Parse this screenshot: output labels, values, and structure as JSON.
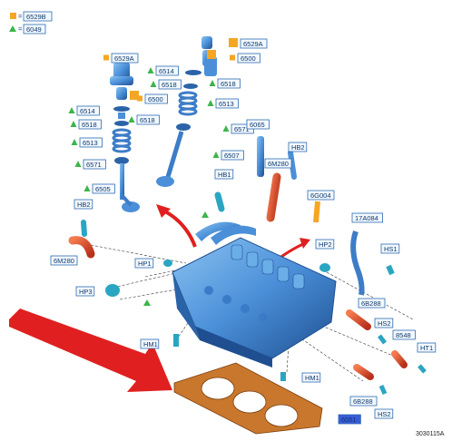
{
  "legend": [
    {
      "symbol": "square",
      "color": "#f5a623",
      "label": "6529B"
    },
    {
      "symbol": "triangle",
      "color": "#3cb54a",
      "label": "6049"
    }
  ],
  "callouts": [
    {
      "id": "c1",
      "label": "6529A",
      "mark": "square"
    },
    {
      "id": "c2",
      "label": "6529A",
      "mark": "square"
    },
    {
      "id": "c3",
      "label": "6500",
      "mark": "square"
    },
    {
      "id": "c4",
      "label": "6514",
      "mark": "triangle"
    },
    {
      "id": "c5",
      "label": "6518",
      "mark": "triangle"
    },
    {
      "id": "c6",
      "label": "6500",
      "mark": "square"
    },
    {
      "id": "c7",
      "label": "6518",
      "mark": "triangle"
    },
    {
      "id": "c8",
      "label": "6514",
      "mark": "triangle"
    },
    {
      "id": "c9",
      "label": "6518",
      "mark": "triangle"
    },
    {
      "id": "c10",
      "label": "6518",
      "mark": "triangle"
    },
    {
      "id": "c11",
      "label": "6513",
      "mark": "triangle"
    },
    {
      "id": "c12",
      "label": "6513",
      "mark": "triangle"
    },
    {
      "id": "c13",
      "label": "6571",
      "mark": "triangle"
    },
    {
      "id": "c14",
      "label": "6571",
      "mark": "triangle"
    },
    {
      "id": "c15",
      "label": "6507",
      "mark": "triangle"
    },
    {
      "id": "c16",
      "label": "6505",
      "mark": "triangle"
    },
    {
      "id": "c17",
      "label": "6065",
      "mark": "none"
    },
    {
      "id": "c18",
      "label": "HB2",
      "mark": "none"
    },
    {
      "id": "c19",
      "label": "6M280",
      "mark": "none"
    },
    {
      "id": "c20",
      "label": "HB1",
      "mark": "none"
    },
    {
      "id": "c21",
      "label": "HB2",
      "mark": "none"
    },
    {
      "id": "c22",
      "label": "6G004",
      "mark": "none"
    },
    {
      "id": "c23",
      "label": "17A084",
      "mark": "none"
    },
    {
      "id": "c24",
      "label": "HP2",
      "mark": "none"
    },
    {
      "id": "c25",
      "label": "HS1",
      "mark": "none"
    },
    {
      "id": "c26",
      "label": "6M280",
      "mark": "none"
    },
    {
      "id": "c27",
      "label": "HP1",
      "mark": "none"
    },
    {
      "id": "c28",
      "label": "HP3",
      "mark": "none"
    },
    {
      "id": "c29",
      "label": "6B288",
      "mark": "none"
    },
    {
      "id": "c30",
      "label": "HS2",
      "mark": "none"
    },
    {
      "id": "c31",
      "label": "8548",
      "mark": "none"
    },
    {
      "id": "c32",
      "label": "HT1",
      "mark": "none"
    },
    {
      "id": "c33",
      "label": "HM1",
      "mark": "none"
    },
    {
      "id": "c34",
      "label": "HM1",
      "mark": "none"
    },
    {
      "id": "c35",
      "label": "6B288",
      "mark": "none"
    },
    {
      "id": "c36",
      "label": "HS2",
      "mark": "none"
    },
    {
      "id": "c37",
      "label": "6051",
      "mark": "none",
      "highlight": true
    }
  ],
  "reference_code": "3030115A",
  "colors": {
    "part_blue": "#4a8fd8",
    "part_blue_dark": "#2b63a8",
    "part_orange": "#e2502a",
    "gasket": "#c8772c",
    "arrow_red": "#e02020",
    "callout_border": "#2d6bb3",
    "callout_fill": "#f3f8fd",
    "highlight_fill": "#3a5bd9"
  },
  "icons": [
    "square-mark-icon",
    "triangle-mark-icon"
  ]
}
